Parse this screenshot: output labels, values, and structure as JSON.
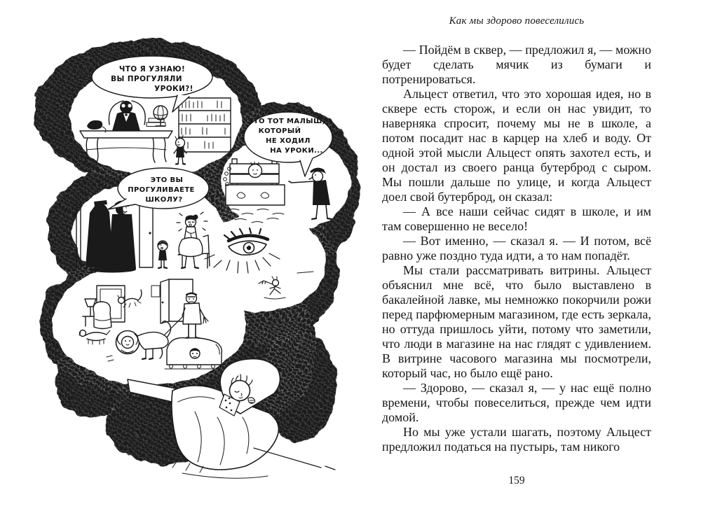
{
  "book": {
    "running_header": "Как мы здорово повеселились",
    "page_number": "159",
    "paragraphs": [
      "— Пойдём в сквер, — предложил я, — можно будет сделать мячик из бумаги и потренироваться.",
      "Альцест ответил, что это хорошая идея, но в сквере есть сторож, и если он нас увидит, то наверняка спросит, почему мы не в школе, а потом посадит нас в карцер на хлеб и воду. От одной этой мысли Альцест опять захотел есть, и он достал из своего ранца бутерброд с сыром. Мы пошли дальше по улице, и когда Альцест доел свой бутерброд, он сказал:",
      "— А все наши сейчас сидят в школе, и им там совершенно не весело!",
      "— Вот именно, — сказал я. — И потом, всё равно уже поздно туда идти, а то нам попадёт.",
      "Мы стали рассматривать витрины. Альцест объяснил мне всё, что было выставлено в бакалейной лавке, мы немножко покорчили рожи перед парфюмерным магазином, где есть зеркала, но оттуда пришлось уйти, потому что заметили, что люди в магазине на нас глядят с удивлением. В витрине часового магазина мы посмотрели, который час, но было ещё рано.",
      "— Здорово, — сказал я, — у нас ещё полно времени, чтобы повеселиться, прежде чем идти домой.",
      "Но мы уже устали шагать, поэтому Альцест предложил податься на пустырь, там никого"
    ]
  },
  "illustration": {
    "speech_bubbles": [
      {
        "lines": [
          "ЧТО Я УЗНАЮ!",
          "ВЫ ПРОГУЛЯЛИ",
          "УРОКИ?!"
        ]
      },
      {
        "lines": [
          "ЭТО ТОТ МАЛЫШ,",
          "КОТОРЫЙ",
          "НЕ ХОДИЛ",
          "НА УРОКИ..."
        ]
      },
      {
        "lines": [
          "ЭТО ВЫ",
          "ПРОГУЛИВАЕТЕ",
          "ШКОЛУ?"
        ]
      }
    ]
  },
  "colors": {
    "ink": "#1a1a1a",
    "paper": "#ffffff"
  }
}
